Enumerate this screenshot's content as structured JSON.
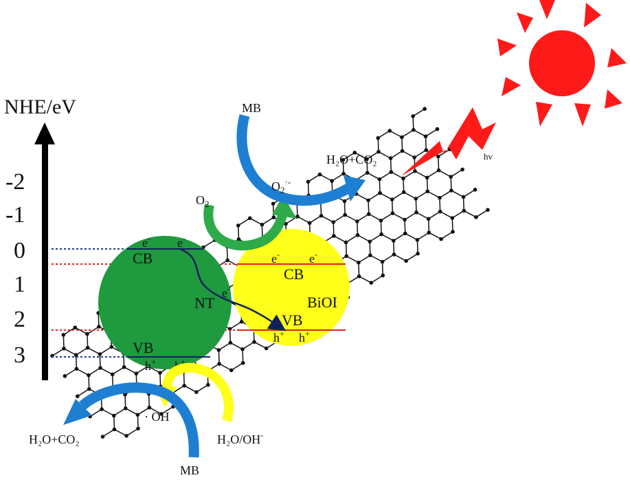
{
  "axis": {
    "title": "NHE/eV",
    "ticks": [
      "-2",
      "-1",
      "0",
      "1",
      "2",
      "3"
    ]
  },
  "colors": {
    "nanotube": "#1f9a3f",
    "biOI": "#ffff1a",
    "sun": "#ff1a1a",
    "mb_arrow": "#1e7fd2",
    "o2_arrow": "#2eaa4a",
    "oh_arrow": "#ffff1a",
    "electron_path": "#10225e",
    "red_level": "#e02020",
    "blue_level": "#1a3d8a",
    "graphene": "#111111"
  },
  "labels": {
    "nt": "NT",
    "biOI": "BiOI",
    "cb_nt": "CB",
    "vb_nt": "VB",
    "cb_bioi": "CB",
    "vb_bioi": "VB",
    "electron": "e",
    "minus": "-",
    "hole": "h",
    "plus": "+",
    "mb_top": "MB",
    "mb_bottom": "MB",
    "o2": "O",
    "o2_sub": "2",
    "o2_radical": "O",
    "o2_radical_sub": "2",
    "o2_radical_charge": "·-",
    "h2o_co2_top": "H₂O+CO₂",
    "h2o_co2_bottom": "H₂O+CO₂",
    "oh_radical": "· OH",
    "h2o_oh": "H₂O/OH",
    "h2o_oh_charge": "-",
    "hv": "hv"
  }
}
